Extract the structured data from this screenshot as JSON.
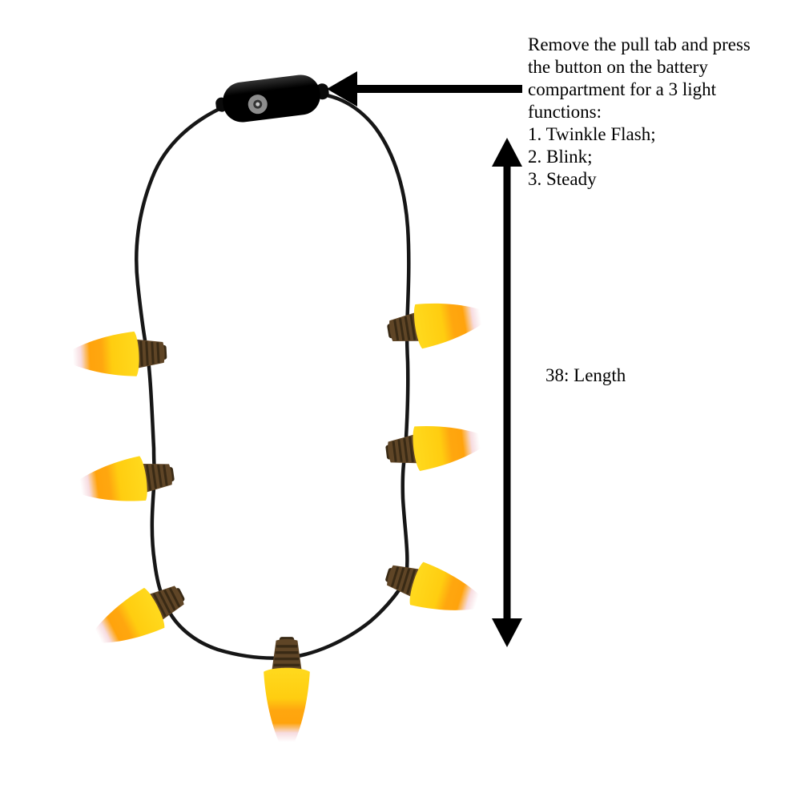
{
  "figure": {
    "subject": "Candy corn light-up bulb necklace with black cord and battery compartment",
    "bulb_count": 7
  },
  "annotations": {
    "instructions": {
      "lines": [
        "Remove the pull tab and press",
        "the button on the battery",
        "compartment for a 3 light",
        "functions:",
        "1. Twinkle Flash;",
        "2. Blink;",
        "3. Steady"
      ]
    },
    "length_label": "38: Length",
    "arrows": {
      "battery_pointer": "points left at battery compartment",
      "length": "vertical double-headed arrow"
    }
  },
  "colors": {
    "background": "#ffffff",
    "text": "#000000",
    "arrow": "#000000",
    "cord": "#161616",
    "battery_dark": "#000000",
    "battery_light": "#333333",
    "battery_nub": "#0a0a0a",
    "button_ring": "#8d8d8d",
    "button_center": "#c8c8c8",
    "socket_brown": "#5f4526",
    "socket_ridge": "#392a15",
    "bulb_yellow": "#ffd81c",
    "bulb_yellow2": "#ffcd10",
    "bulb_orange": "#ffa70f",
    "bulb_orange2": "#ffa30c",
    "bulb_pink": "#f7dce0",
    "bulb_white": "#ffffff"
  }
}
